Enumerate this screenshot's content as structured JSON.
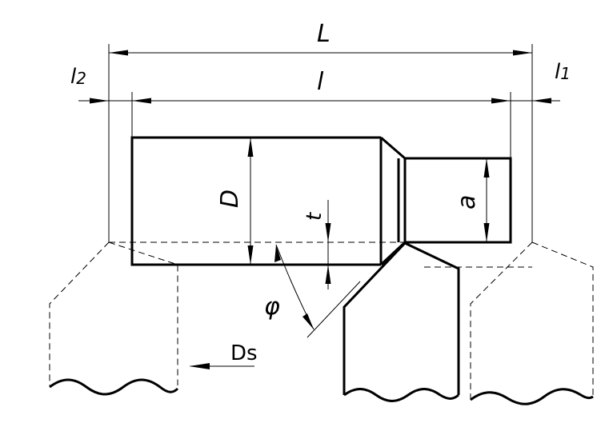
{
  "labels": {
    "L": "L",
    "l": "l",
    "l1": "l1",
    "l2": "l2",
    "D": "D",
    "t": "t",
    "a": "a",
    "phi": "φ",
    "Ds": "Ds"
  }
}
